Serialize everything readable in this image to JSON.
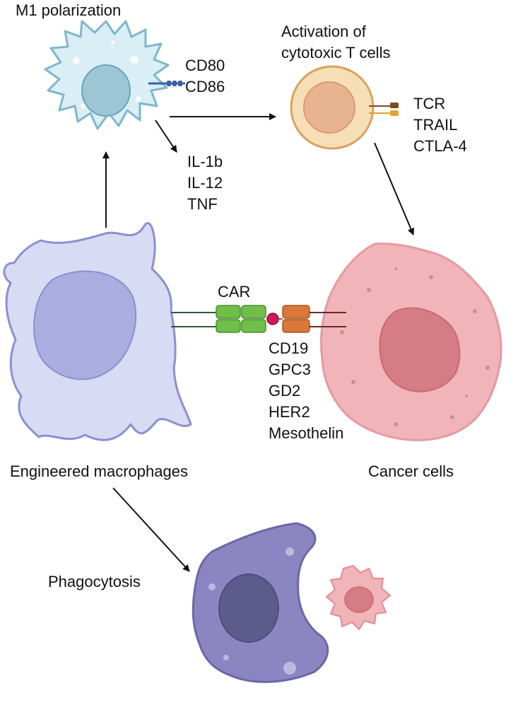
{
  "m1": {
    "title": "M1 polarization",
    "markers": [
      "CD80",
      "CD86"
    ],
    "cytokines": [
      "IL-1b",
      "IL-12",
      "TNF"
    ]
  },
  "tcell": {
    "title_lines": [
      "Activation of",
      "cytotoxic T cells"
    ],
    "markers": [
      "TCR",
      "TRAIL",
      "CTLA-4"
    ]
  },
  "car": {
    "label": "CAR",
    "targets": [
      "CD19",
      "GPC3",
      "GD2",
      "HER2",
      "Mesothelin"
    ]
  },
  "macrophage": {
    "label": "Engineered macrophages"
  },
  "cancer": {
    "label": "Cancer cells"
  },
  "phagocytosis": {
    "label": "Phagocytosis"
  },
  "colors": {
    "dendritic": "#d9eef5",
    "macrophage": "#d7dbf3",
    "cancer": "#f1b4b8",
    "tcell": "#f6deb7",
    "phago": "#8b86c2",
    "car_green": "#6fbf4a",
    "car_orange": "#d9783a",
    "ligand": "#d1185a"
  }
}
